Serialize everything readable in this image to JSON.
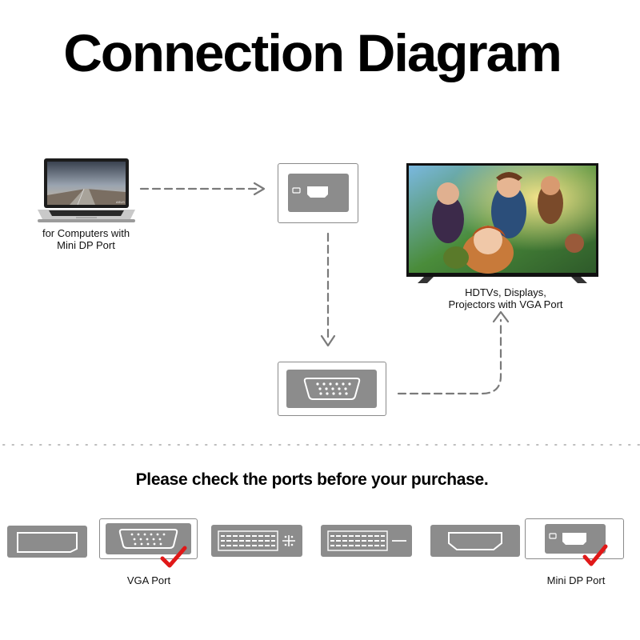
{
  "title": "Connection Diagram",
  "laptop": {
    "caption_line1": "for Computers with",
    "caption_line2": "Mini DP Port",
    "brand": "ASUS"
  },
  "tv": {
    "caption_line1": "HDTVs, Displays,",
    "caption_line2": "Projectors with VGA Port"
  },
  "notice": "Please check the ports before your purchase.",
  "ports": [
    {
      "id": "displayport",
      "label": "",
      "checked": false
    },
    {
      "id": "vga",
      "label": "VGA Port",
      "checked": true
    },
    {
      "id": "dvi-24-5",
      "label": "",
      "checked": false
    },
    {
      "id": "dvi-24-1",
      "label": "",
      "checked": false
    },
    {
      "id": "hdmi",
      "label": "",
      "checked": false
    },
    {
      "id": "minidp",
      "label": "Mini DP Port",
      "checked": true
    }
  ],
  "colors": {
    "port_gray": "#8c8c8c",
    "check_red": "#e01818",
    "arrow_gray": "#7a7a7a",
    "text": "#000000"
  }
}
